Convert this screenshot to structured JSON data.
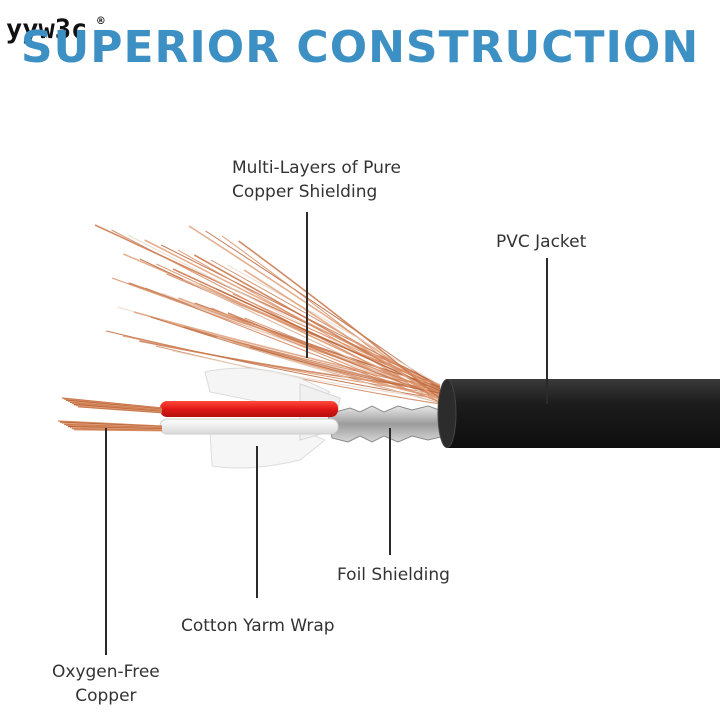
{
  "brand": {
    "name": "yyw3c",
    "mark": "®"
  },
  "title": "SUPERIOR CONSTRUCTION",
  "labels": {
    "shielding": "Multi-Layers of Pure\nCopper Shielding",
    "jacket": "PVC Jacket",
    "foil": "Foil Shielding",
    "cotton": "Cotton Yarm Wrap",
    "copper": "Oxygen-Free\nCopper"
  },
  "colors": {
    "title": "#3d90c4",
    "jacket": "#1f1f1f",
    "red_insulation": "#e01818",
    "copper": "#c9774b",
    "leader_line": "#2b2b2b"
  }
}
